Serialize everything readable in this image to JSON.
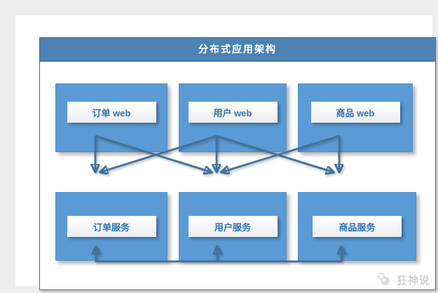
{
  "diagram": {
    "title": "分布式应用架构",
    "colors": {
      "background": "#ededed",
      "panel": "#ffffff",
      "title_bar": "#4c83b3",
      "node_fill": "#5b9bd5",
      "arrow": "#41719c",
      "label_text": "#2e74b5",
      "frame_border": "#41719c",
      "watermark": "#d2d2d2"
    },
    "nodes": {
      "top": [
        {
          "id": "order-web",
          "label": "订单 web"
        },
        {
          "id": "user-web",
          "label": "用户 web"
        },
        {
          "id": "product-web",
          "label": "商品 web"
        }
      ],
      "bottom": [
        {
          "id": "order-service",
          "label": "订单服务"
        },
        {
          "id": "user-service",
          "label": "用户服务"
        },
        {
          "id": "product-service",
          "label": "商品服务"
        }
      ]
    },
    "edges": [
      {
        "from": "order-web",
        "to": "order-service",
        "direction": "down"
      },
      {
        "from": "order-web",
        "to": "user-service",
        "direction": "down"
      },
      {
        "from": "user-web",
        "to": "order-service",
        "direction": "down"
      },
      {
        "from": "user-web",
        "to": "user-service",
        "direction": "down"
      },
      {
        "from": "user-web",
        "to": "product-service",
        "direction": "down"
      },
      {
        "from": "product-web",
        "to": "user-service",
        "direction": "down"
      },
      {
        "from": "product-web",
        "to": "product-service",
        "direction": "down"
      },
      {
        "type": "bus",
        "connects": [
          "order-service",
          "user-service",
          "product-service"
        ],
        "direction": "up-into-each"
      }
    ]
  },
  "watermark": {
    "text": "狂神说"
  }
}
